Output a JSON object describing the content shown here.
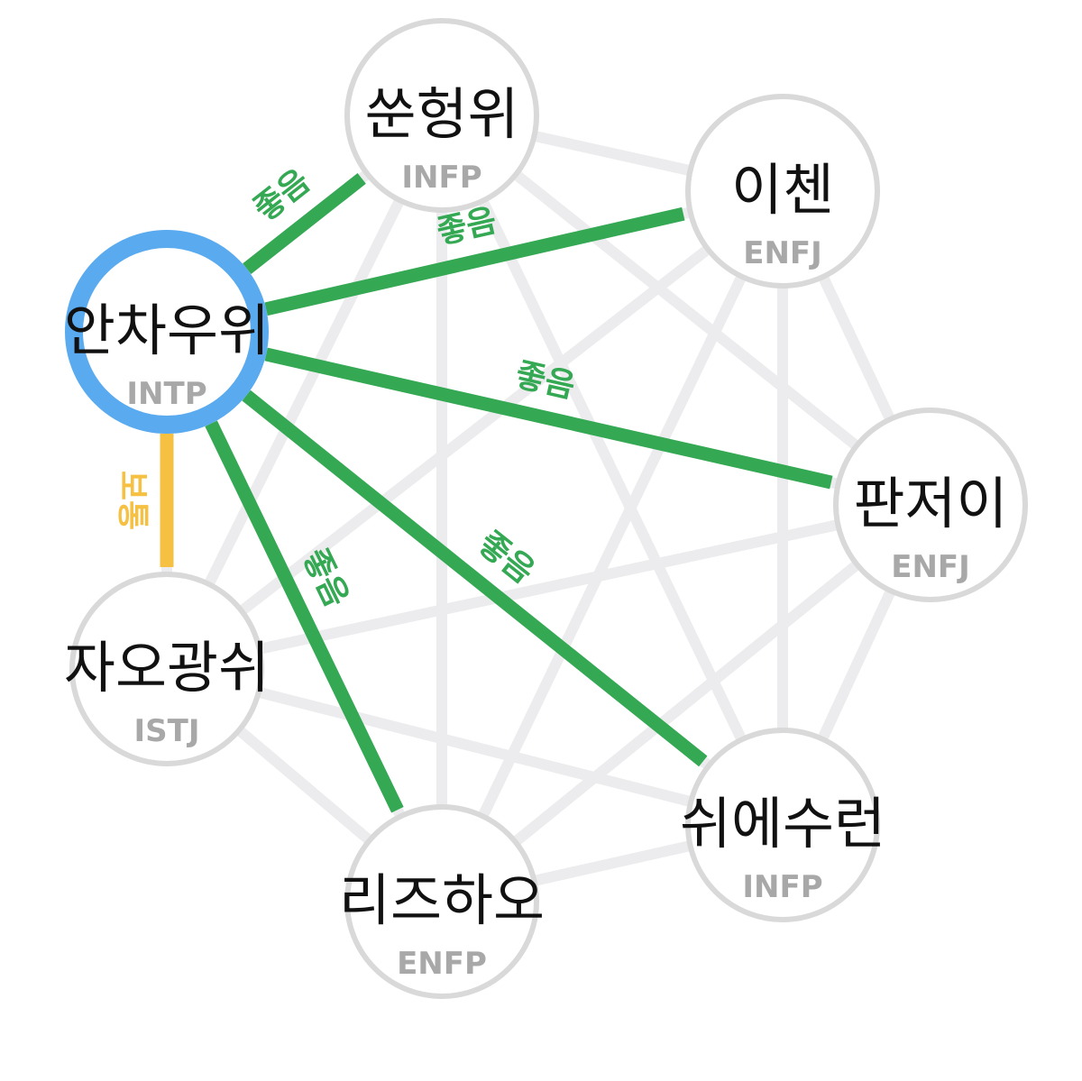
{
  "colors": {
    "background_edge": "#ececee",
    "good": "#34a853",
    "normal": "#f6c042",
    "selected_ring": "#5aaaf0",
    "node_ring": "#d9d9d9",
    "type_text": "#a8a8a8"
  },
  "nodes": [
    {
      "id": "n1",
      "name": "쑨헝위",
      "type": "INFP",
      "selected": false
    },
    {
      "id": "n2",
      "name": "이첸",
      "type": "ENFJ",
      "selected": false
    },
    {
      "id": "n3",
      "name": "안차우위",
      "type": "INTP",
      "selected": true
    },
    {
      "id": "n4",
      "name": "판저이",
      "type": "ENFJ",
      "selected": false
    },
    {
      "id": "n5",
      "name": "자오광쉬",
      "type": "ISTJ",
      "selected": false
    },
    {
      "id": "n6",
      "name": "쉬에수런",
      "type": "INFP",
      "selected": false
    },
    {
      "id": "n7",
      "name": "리즈하오",
      "type": "ENFP",
      "selected": false
    }
  ],
  "relations": [
    {
      "from": "n3",
      "to": "n1",
      "kind": "good",
      "label": "좋음"
    },
    {
      "from": "n3",
      "to": "n2",
      "kind": "good",
      "label": "좋음"
    },
    {
      "from": "n3",
      "to": "n4",
      "kind": "good",
      "label": "좋음"
    },
    {
      "from": "n3",
      "to": "n6",
      "kind": "good",
      "label": "좋음"
    },
    {
      "from": "n3",
      "to": "n7",
      "kind": "good",
      "label": "좋음"
    },
    {
      "from": "n3",
      "to": "n5",
      "kind": "normal",
      "label": "보통"
    }
  ]
}
